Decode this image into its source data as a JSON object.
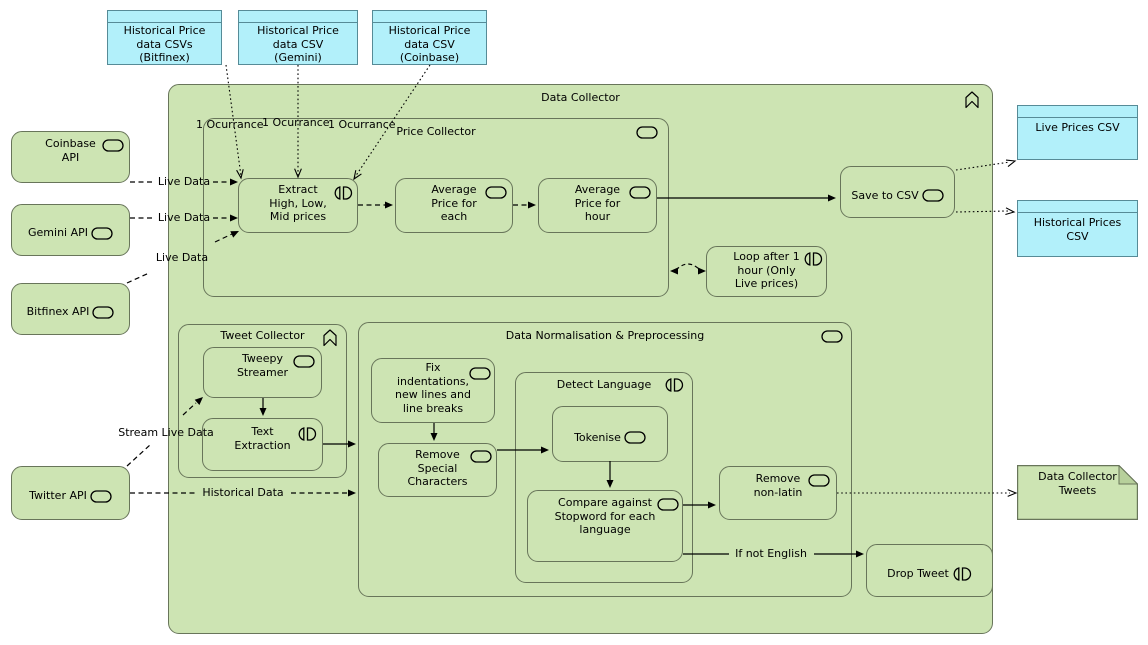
{
  "colors": {
    "green_fill": "#cde4b3",
    "green_border": "#68755a",
    "green_fold": "#b7d09b",
    "cyan_fill": "#b2f0fa",
    "cyan_border": "#568b97",
    "line": "#000000"
  },
  "icons": {
    "service_icon": "stadium-outline",
    "interaction_icon": "split-pill",
    "collector_icon": "chevron-bookmark"
  },
  "containers": {
    "data_collector": {
      "label": "Data Collector"
    },
    "price_collector": {
      "label": "Price Collector"
    },
    "tweet_collector": {
      "label": "Tweet Collector"
    },
    "data_normalisation": {
      "label": "Data Normalisation & Preprocessing"
    },
    "detect_language": {
      "label": "Detect Language"
    }
  },
  "external_apis": {
    "coinbase": {
      "label": "Coinbase\nAPI"
    },
    "gemini": {
      "label": "Gemini API"
    },
    "bitfinex": {
      "label": "Bitfinex API"
    },
    "twitter": {
      "label": "Twitter API"
    }
  },
  "data_objects": {
    "bitfinex_csv": {
      "label": "Historical Price\ndata CSVs\n(Bitfinex)"
    },
    "gemini_csv": {
      "label": "Historical Price\ndata CSV\n(Gemini)"
    },
    "coinbase_csv": {
      "label": "Historical Price\ndata CSV\n(Coinbase)"
    },
    "live_prices_csv": {
      "label": "Live Prices CSV"
    },
    "historical_prices_csv": {
      "label": "Historical Prices\nCSV"
    }
  },
  "deliverables": {
    "data_collector_tweets": {
      "label": "Data Collector\nTweets"
    }
  },
  "functions": {
    "extract": {
      "label": "Extract\nHigh, Low,\nMid prices"
    },
    "avg_each": {
      "label": "Average\nPrice for\neach"
    },
    "avg_hour": {
      "label": "Average\nPrice for\nhour"
    },
    "save_csv": {
      "label": "Save to CSV"
    },
    "loop": {
      "label": "Loop after 1\nhour (Only\nLive prices)"
    },
    "tweepy": {
      "label": "Tweepy\nStreamer"
    },
    "text_extraction": {
      "label": "Text\nExtraction"
    },
    "fix_indentations": {
      "label": "Fix\nindentations,\nnew lines and\nline breaks"
    },
    "remove_special": {
      "label": "Remove\nSpecial\nCharacters"
    },
    "tokenise": {
      "label": "Tokenise"
    },
    "compare_stopword": {
      "label": "Compare against\nStopword for each\nlanguage"
    },
    "remove_nonlatin": {
      "label": "Remove\nnon-latin"
    },
    "drop_tweet": {
      "label": "Drop Tweet"
    }
  },
  "flow_labels": {
    "occurrence_1": "1 Ocurrance",
    "occurrence_2": "1 Ocurrance",
    "occurrence_3": "1 Ocurrance",
    "live_data_coinbase": "Live Data",
    "live_data_gemini": "Live Data",
    "live_data_bitfinex": "Live Data",
    "stream_live_data": "Stream Live Data",
    "historical_data": "Historical Data",
    "if_not_english": "If not English"
  }
}
